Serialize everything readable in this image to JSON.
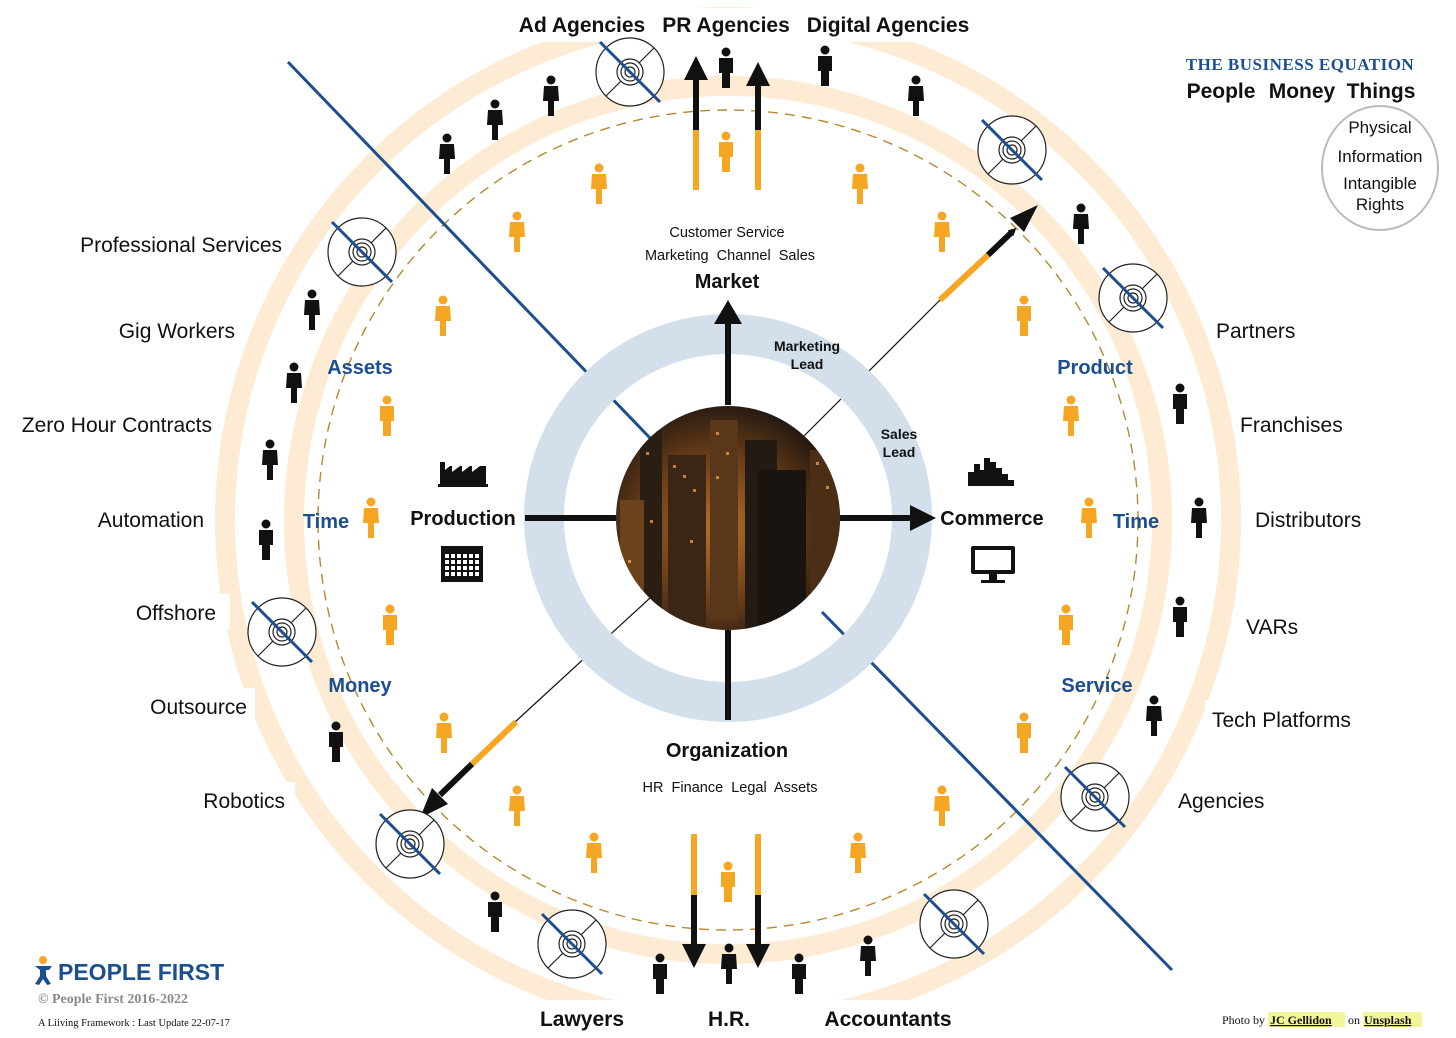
{
  "equation": {
    "title": "THE BUSINESS EQUATION",
    "people": "People",
    "money": "Money",
    "things": "Things",
    "physical": "Physical",
    "information": "Information",
    "intangible": "Intangible",
    "rights": "Rights"
  },
  "top_labels": [
    "Ad Agencies",
    "PR Agencies",
    "Digital Agencies"
  ],
  "bottom_labels": [
    "Lawyers",
    "H.R.",
    "Accountants"
  ],
  "left_labels": [
    "Professional Services",
    "Gig Workers",
    "Zero Hour Contracts",
    "Automation",
    "Offshore",
    "Outsource",
    "Robotics"
  ],
  "right_labels": [
    "Partners",
    "Franchises",
    "Distributors",
    "VARs",
    "Tech Platforms",
    "Agencies"
  ],
  "resources": {
    "assets": "Assets",
    "time_left": "Time",
    "money": "Money",
    "product": "Product",
    "time_right": "Time",
    "service": "Service"
  },
  "market": {
    "title": "Market",
    "line1": "Customer Service",
    "line2": "Marketing  Channel  Sales"
  },
  "organization": {
    "title": "Organization",
    "line1": "HR  Finance  Legal  Assets"
  },
  "production": "Production",
  "commerce": "Commerce",
  "marketing_lead": {
    "line1": "Marketing",
    "line2": "Lead"
  },
  "sales_lead": {
    "line1": "Sales",
    "line2": "Lead"
  },
  "brand": {
    "name": "PEOPLE FIRST",
    "copyright": "© People First 2016-2022",
    "footer": "A Liiving Framework : Last Update 22-07-17"
  },
  "credit": {
    "prefix": "Photo by",
    "author": "JC Gellidon",
    "on": "on",
    "site": "Unsplash"
  },
  "colors": {
    "accent_blue": "#1b4f8f",
    "ring_peach": "#fdebd3",
    "orange": "#f5a623",
    "hub_ring": "#d3dfea",
    "highlight": "#f3f59a"
  },
  "icons": [
    "factory-icon",
    "calendar-icon",
    "city-skyline-icon",
    "monitor-icon",
    "person-icon",
    "target-icon",
    "people-first-logo-icon"
  ]
}
